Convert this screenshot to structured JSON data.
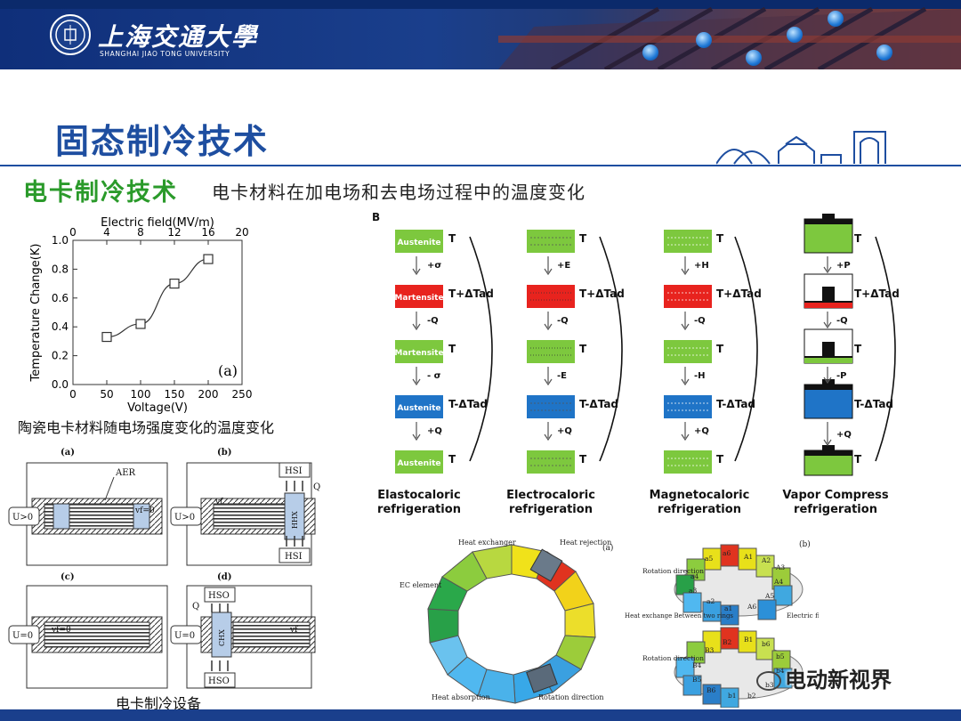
{
  "header": {
    "university_cn": "上海交通大學",
    "university_en": "SHANGHAI JIAO TONG UNIVERSITY"
  },
  "title": "固态制冷技术",
  "subtitle": "电卡制冷技术",
  "subtitle_desc": "电卡材料在加电场和去电场过程中的温度变化",
  "chart_data": {
    "type": "line",
    "xlabel": "Voltage(V)",
    "ylabel": "Temperature Change(K)",
    "top_xlabel": "Electric field(MV/m)",
    "x_ticks": [
      0,
      50,
      100,
      150,
      200,
      250
    ],
    "top_x_ticks": [
      0,
      4,
      8,
      12,
      16,
      20
    ],
    "y_ticks": [
      "0.0",
      "0.2",
      "0.4",
      "0.6",
      "0.8",
      "1.0"
    ],
    "xlim": [
      0,
      250
    ],
    "ylim": [
      0,
      1.0
    ],
    "x": [
      50,
      100,
      150,
      200
    ],
    "y": [
      0.33,
      0.42,
      0.7,
      0.87
    ],
    "annotation": "(a)",
    "grid": false,
    "marker": "open-square"
  },
  "chart_caption": "陶瓷电卡材料随电场强度变化的温度变化",
  "device_caption": "电卡制冷设备",
  "device_diagram": {
    "panels": [
      "(a)",
      "(b)",
      "(c)",
      "(d)"
    ],
    "labels": {
      "aer": "AER",
      "u_pos": "U>0",
      "u_zero": "U=0",
      "vf0": "vf=0",
      "vf": "vf",
      "hsi": "HSI",
      "hhx": "HHX",
      "hso": "HSO",
      "chx": "CHX",
      "q": "Q"
    }
  },
  "cycles": {
    "panel_label": "B",
    "columns": [
      {
        "title": [
          "Elastocaloric",
          "refrigeration"
        ],
        "materials": [
          "Austenite",
          "Martensite",
          "Martensite",
          "Austenite",
          "Austenite"
        ],
        "processes": [
          "+σ",
          "-Q",
          "- σ",
          "+Q"
        ]
      },
      {
        "title": [
          "Electrocaloric",
          "refrigeration"
        ],
        "processes": [
          "+E",
          "-Q",
          "-E",
          "+Q"
        ]
      },
      {
        "title": [
          "Magnetocaloric",
          "refrigeration"
        ],
        "processes": [
          "+H",
          "-Q",
          "-H",
          "+Q"
        ]
      },
      {
        "title": [
          "Vapor Compress",
          "refrigeration"
        ],
        "processes": [
          "+P",
          "-Q",
          "-P",
          "+Q"
        ]
      }
    ],
    "state_labels": [
      "T",
      "T+ΔTad",
      "T",
      "T-ΔTad",
      "T"
    ]
  },
  "ring_a": {
    "panel": "(a)",
    "labels": [
      "Heat exchanger",
      "Heat rejection",
      "EC element",
      "Heat absorption",
      "Rotation direction"
    ]
  },
  "ring_b": {
    "panel": "(b)",
    "labels": [
      "Rotation direction",
      "Heat exchange Between two rings",
      "Rotation direction",
      "Electric field"
    ],
    "upper_blocks": [
      "A1",
      "A2",
      "A3",
      "A4",
      "A5",
      "A6",
      "a1",
      "a2",
      "a3",
      "a4",
      "a5",
      "a6"
    ],
    "lower_blocks": [
      "B1",
      "B2",
      "B3",
      "B4",
      "B5",
      "B6",
      "b1",
      "b2",
      "b3",
      "b4",
      "b5",
      "b6"
    ]
  },
  "watermark": "电动新视界",
  "colors": {
    "brand_blue": "#1e4ea0",
    "accent_green": "#2a9a2a",
    "austenite": "#7dc83e",
    "martensite_hot": "#e8231e",
    "cold": "#1f74c7"
  }
}
